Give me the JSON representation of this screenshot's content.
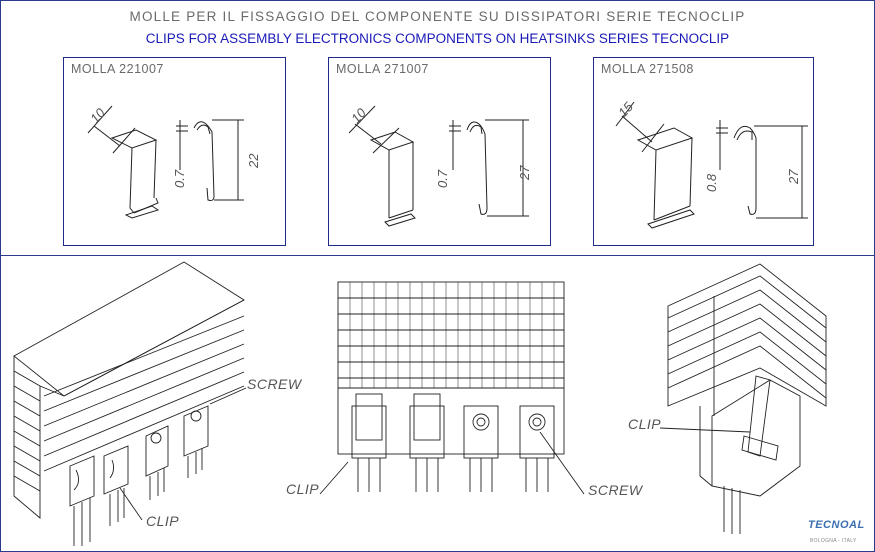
{
  "header": {
    "title_it": "MOLLE PER IL FISSAGGIO DEL COMPONENTE SU DISSIPATORI SERIE TECNOCLIP",
    "title_en": "CLIPS FOR ASSEMBLY ELECTRONICS COMPONENTS ON HEATSINKS SERIES TECNOCLIP"
  },
  "springs": [
    {
      "label": "MOLLA  221007",
      "width_dim": "10",
      "thickness_dim": "0.7",
      "height_dim": "22"
    },
    {
      "label": "MOLLA  271007",
      "width_dim": "10",
      "thickness_dim": "0.7",
      "height_dim": "27"
    },
    {
      "label": "MOLLA  271508",
      "width_dim": "15",
      "thickness_dim": "0.8",
      "height_dim": "27"
    }
  ],
  "callouts": {
    "left_screw": "SCREW",
    "left_clip": "CLIP",
    "center_clip": "CLIP",
    "center_screw": "SCREW",
    "right_clip": "CLIP"
  },
  "logo": {
    "name": "TECNOAL",
    "subtitle": "BOLOGNA - ITALY"
  },
  "colors": {
    "frame": "#2d3a8c",
    "title_it": "#6a6a6a",
    "title_en": "#1a1ab8",
    "drawing": "#222222"
  }
}
